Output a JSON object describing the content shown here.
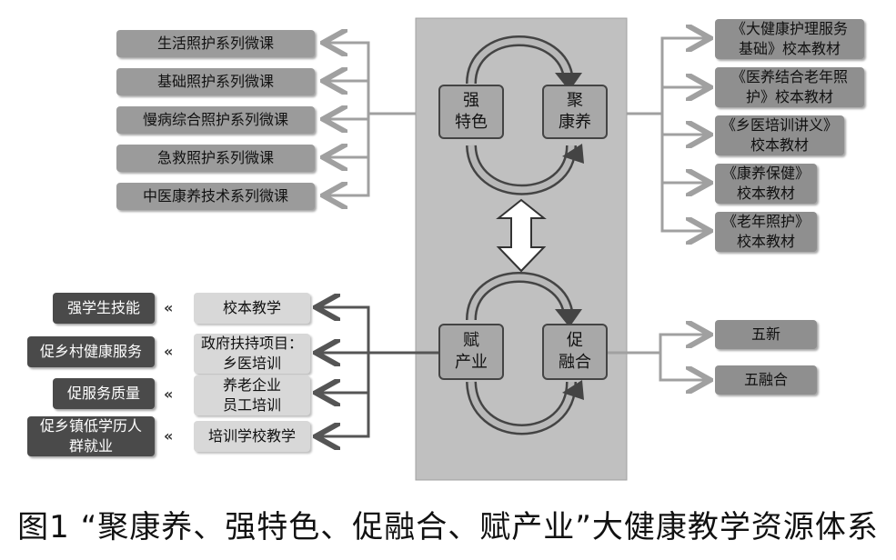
{
  "core": {
    "top_left": "强\n特色",
    "top_right": "聚\n康养",
    "bottom_left": "赋\n产业",
    "bottom_right": "促\n融合"
  },
  "left_upper": [
    "生活照护系列微课",
    "基础照护系列微课",
    "慢病综合照护系列微课",
    "急救照护系列微课",
    "中医康养技术系列微课"
  ],
  "right_upper": [
    "《大健康护理服务\n基础》校本教材",
    "《医养结合老年照\n护》校本教材",
    "《乡医培训讲义》\n校本教材",
    "《康养保健》\n校本教材",
    "《老年照护》\n校本教材"
  ],
  "left_lower_mid": [
    "校本教学",
    "政府扶持项目：\n乡医培训",
    "养老企业\n员工培训",
    "培训学校教学"
  ],
  "left_lower_out": [
    "强学生技能",
    "促乡村健康服务",
    "促服务质量",
    "促乡镇低学历人\n群就业"
  ],
  "right_lower": [
    "五新",
    "五融合"
  ],
  "caption": "图1 “聚康养、强特色、促融合、赋产业”大健康教学资源体系"
}
